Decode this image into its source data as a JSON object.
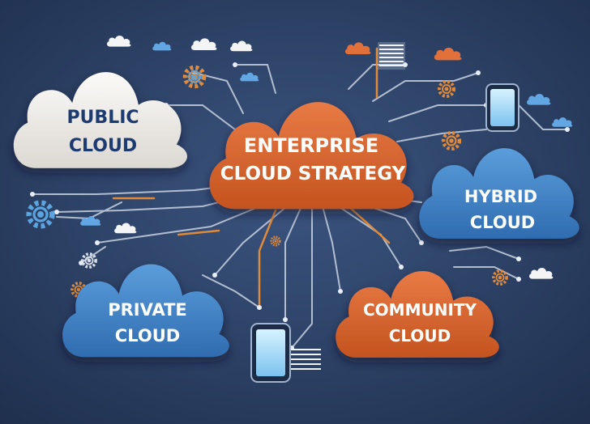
{
  "clouds": {
    "center": {
      "line1": "ENTERPRISE",
      "line2": "CLOUD STRATEGY"
    },
    "public": {
      "line1": "PUBLIC",
      "line2": "CLOUD"
    },
    "hybrid": {
      "line1": "HYBRID",
      "line2": "CLOUD"
    },
    "private": {
      "line1": "PRIVATE",
      "line2": "CLOUD"
    },
    "community": {
      "line1": "COMMUNITY",
      "line2": "CLOUD"
    }
  },
  "colors": {
    "background": "#2b3f63",
    "orange": "#d8622e",
    "blue": "#3f83c6",
    "white": "#f1efec",
    "circuit": "#c9d3e2",
    "accent": "#e08a3a"
  }
}
